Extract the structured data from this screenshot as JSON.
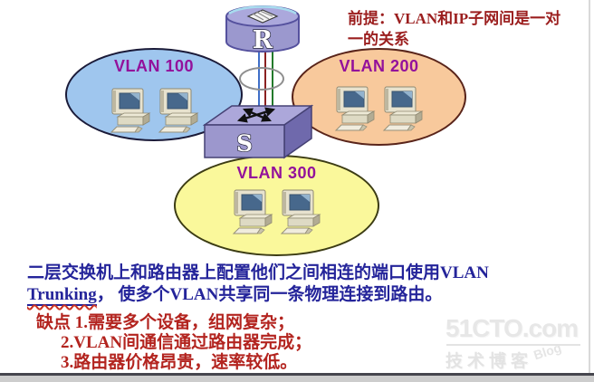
{
  "premise": {
    "color": "#9B1E1E",
    "lines": [
      "前提：VLAN和IP子网间是一对",
      "一的关系"
    ]
  },
  "router": {
    "label": "R"
  },
  "switch": {
    "label": "S"
  },
  "trunk": {
    "ellipse_color": "#8F8F8F",
    "line_colors": [
      "#3F6FC8",
      "#8B2121",
      "#237A2B"
    ]
  },
  "vlans": [
    {
      "label": "VLAN 100",
      "fill": "#9FC6EE",
      "border": "#1A1A38"
    },
    {
      "label": "VLAN 200",
      "fill": "#F8C99C",
      "border": "#59241A"
    },
    {
      "label": "VLAN 300",
      "fill": "#FAF89B",
      "border": "#3C3C14"
    }
  ],
  "vlan_label_color": "#93119B",
  "description": {
    "color": "#24249A",
    "line1": "二层交换机上和路由器上配置他们之间相连的端口使用VLAN",
    "line2_underlined": "Trunking",
    "line2_rest": "， 使多个VLAN共享同一条物理连接到路由。"
  },
  "drawbacks": {
    "color": "#B3241F",
    "lines": [
      "缺点 1.需要多个设备，组网复杂；",
      "2.VLAN间通信通过路由器完成；",
      "3.路由器价格昂贵，速率较低。"
    ]
  },
  "watermark": {
    "brand": "51CTO.com",
    "subtitle": "技术博客",
    "tag": "Blog"
  }
}
